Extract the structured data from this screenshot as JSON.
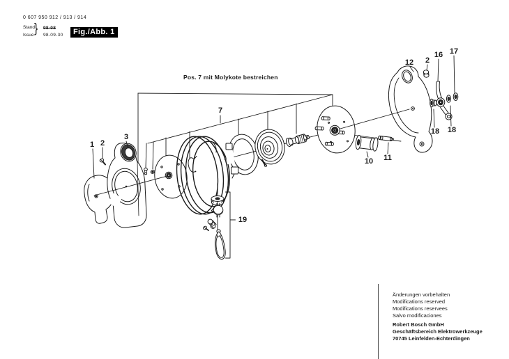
{
  "header": {
    "part_number": "0 607 950 912 / 913 / 914",
    "stand_label": "Stand",
    "issue_label": "Issue",
    "brace": "}",
    "superseded_date": "98-08",
    "issue_date": "98-09-30",
    "figure_label": "Fig./Abb. 1"
  },
  "diagram": {
    "note": "Pos. 7 mit Molykote bestreichen",
    "callouts": [
      {
        "label": "1"
      },
      {
        "label": "2"
      },
      {
        "label": "3"
      },
      {
        "label": "7"
      },
      {
        "label": "10"
      },
      {
        "label": "11"
      },
      {
        "label": "12"
      },
      {
        "label": "2"
      },
      {
        "label": "16"
      },
      {
        "label": "17"
      },
      {
        "label": "18"
      },
      {
        "label": "18"
      },
      {
        "label": "19"
      }
    ]
  },
  "footer": {
    "disclaimers": [
      "Änderungen vorbehalten",
      "Modifications reserved",
      "Modifications reservees",
      "Salvo modificaciones"
    ],
    "company_lines": [
      "Robert Bosch GmbH",
      "Geschäftsbereich Elektrowerkzeuge",
      "70745 Leinfelden-Echterdingen"
    ]
  }
}
